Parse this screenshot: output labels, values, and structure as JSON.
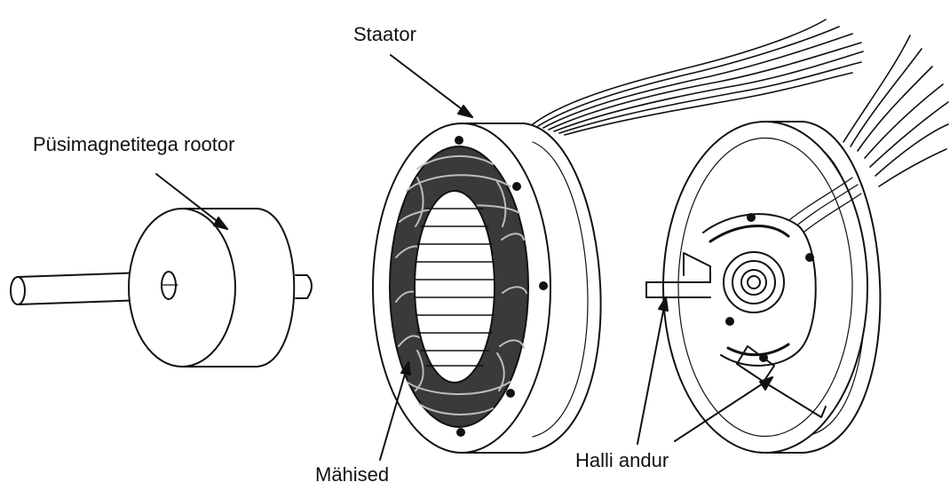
{
  "labels": {
    "stator": "Staator",
    "rotor": "Püsimagnetitega rootor",
    "windings": "Mähised",
    "hall_sensor": "Halli andur"
  }
}
